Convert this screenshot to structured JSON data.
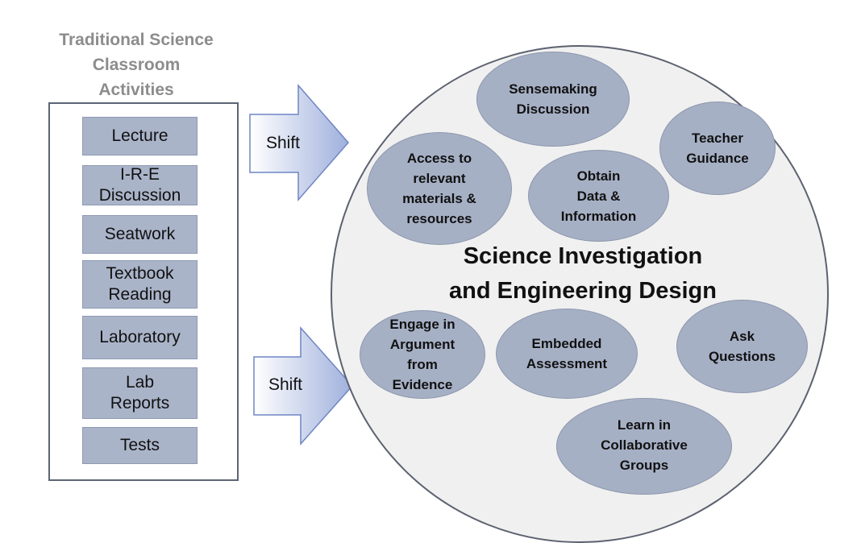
{
  "left_title": "Traditional Science\nClassroom\nActivities",
  "activities": [
    "Lecture",
    "I-R-E\nDiscussion",
    "Seatwork",
    "Textbook\nReading",
    "Laboratory",
    "Lab\nReports",
    "Tests"
  ],
  "arrows": [
    {
      "label": "Shift"
    },
    {
      "label": "Shift"
    }
  ],
  "center_title": "Science Investigation\nand Engineering Design",
  "bubbles": [
    "Sensemaking\nDiscussion",
    "Teacher\nGuidance",
    "Access to\nrelevant\nmaterials &\nresources",
    "Obtain\nData &\nInformation",
    "Engage in\nArgument\nfrom\nEvidence",
    "Embedded\nAssessment",
    "Ask\nQuestions",
    "Learn in\nCollaborative\nGroups"
  ],
  "colors": {
    "box_fill": "#aab4c9",
    "bubble_fill": "#a6b0c5",
    "circle_fill": "#f0f0f0",
    "title_gray": "#8c8c8c",
    "arrow_light": "#ffffff",
    "arrow_dark": "#9fb0dc"
  }
}
